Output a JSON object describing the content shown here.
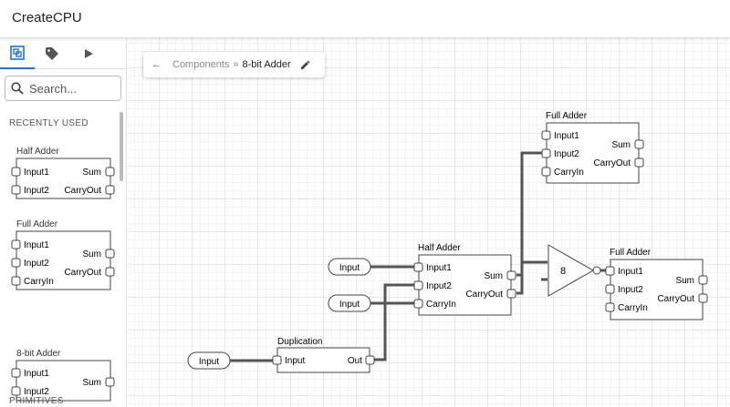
{
  "app": {
    "title": "CreateCPU"
  },
  "sidebar": {
    "tabs": [
      {
        "icon": "components-icon",
        "active": true
      },
      {
        "icon": "tag-icon"
      },
      {
        "icon": "play-icon"
      }
    ],
    "search": {
      "placeholder": "Search...",
      "value": ""
    },
    "recently_used_label": "RECENTLY USED",
    "primitives_label": "PRIMITIVES",
    "items": [
      {
        "name": "Half Adder",
        "inputs": [
          "Input1",
          "Input2"
        ],
        "outputs": [
          "Sum",
          "CarryOut"
        ]
      },
      {
        "name": "Full Adder",
        "inputs": [
          "Input1",
          "Input2",
          "CarryIn"
        ],
        "outputs": [
          "Sum",
          "CarryOut"
        ]
      },
      {
        "name": "8-bit Adder",
        "inputs": [
          "Input1",
          "Input2"
        ],
        "outputs": [
          "Sum"
        ]
      }
    ]
  },
  "breadcrumb": {
    "parent": "Components",
    "separator": "»",
    "current": "8-bit Adder"
  },
  "canvas": {
    "inputs": [
      "Input",
      "Input",
      "Input"
    ],
    "duplication": {
      "name": "Duplication",
      "input": "Input",
      "output": "Out"
    },
    "half_adder": {
      "name": "Half Adder",
      "inputs": [
        "Input1",
        "Input2",
        "CarryIn"
      ],
      "outputs": [
        "Sum",
        "CarryOut"
      ]
    },
    "full_adder_top": {
      "name": "Full Adder",
      "inputs": [
        "Input1",
        "Input2",
        "CarryIn"
      ],
      "outputs": [
        "Sum",
        "CarryOut"
      ]
    },
    "full_adder_right": {
      "name": "Full Adder",
      "inputs": [
        "Input1",
        "Input2",
        "CarryIn"
      ],
      "outputs": [
        "Sum",
        "CarryOut"
      ]
    },
    "buffer": {
      "label": "8"
    }
  },
  "colors": {
    "accent": "#1a73e8",
    "wire": "#555555"
  }
}
